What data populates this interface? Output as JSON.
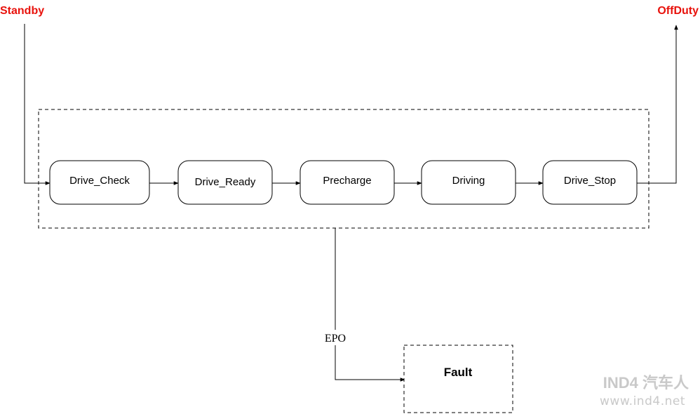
{
  "terminals": {
    "start": "Standby",
    "end": "OffDuty",
    "color": "#e8120c"
  },
  "states": [
    {
      "id": "drive_check",
      "label": "Drive_Check"
    },
    {
      "id": "drive_ready",
      "label": "Drive_Ready"
    },
    {
      "id": "precharge",
      "label": "Precharge"
    },
    {
      "id": "driving",
      "label": "Driving"
    },
    {
      "id": "drive_stop",
      "label": "Drive_Stop"
    }
  ],
  "edges": {
    "epo_label": "EPO"
  },
  "fault": {
    "label": "Fault"
  },
  "watermark": {
    "logo": "IND4 汽车人",
    "url": "www.ind4.net"
  }
}
